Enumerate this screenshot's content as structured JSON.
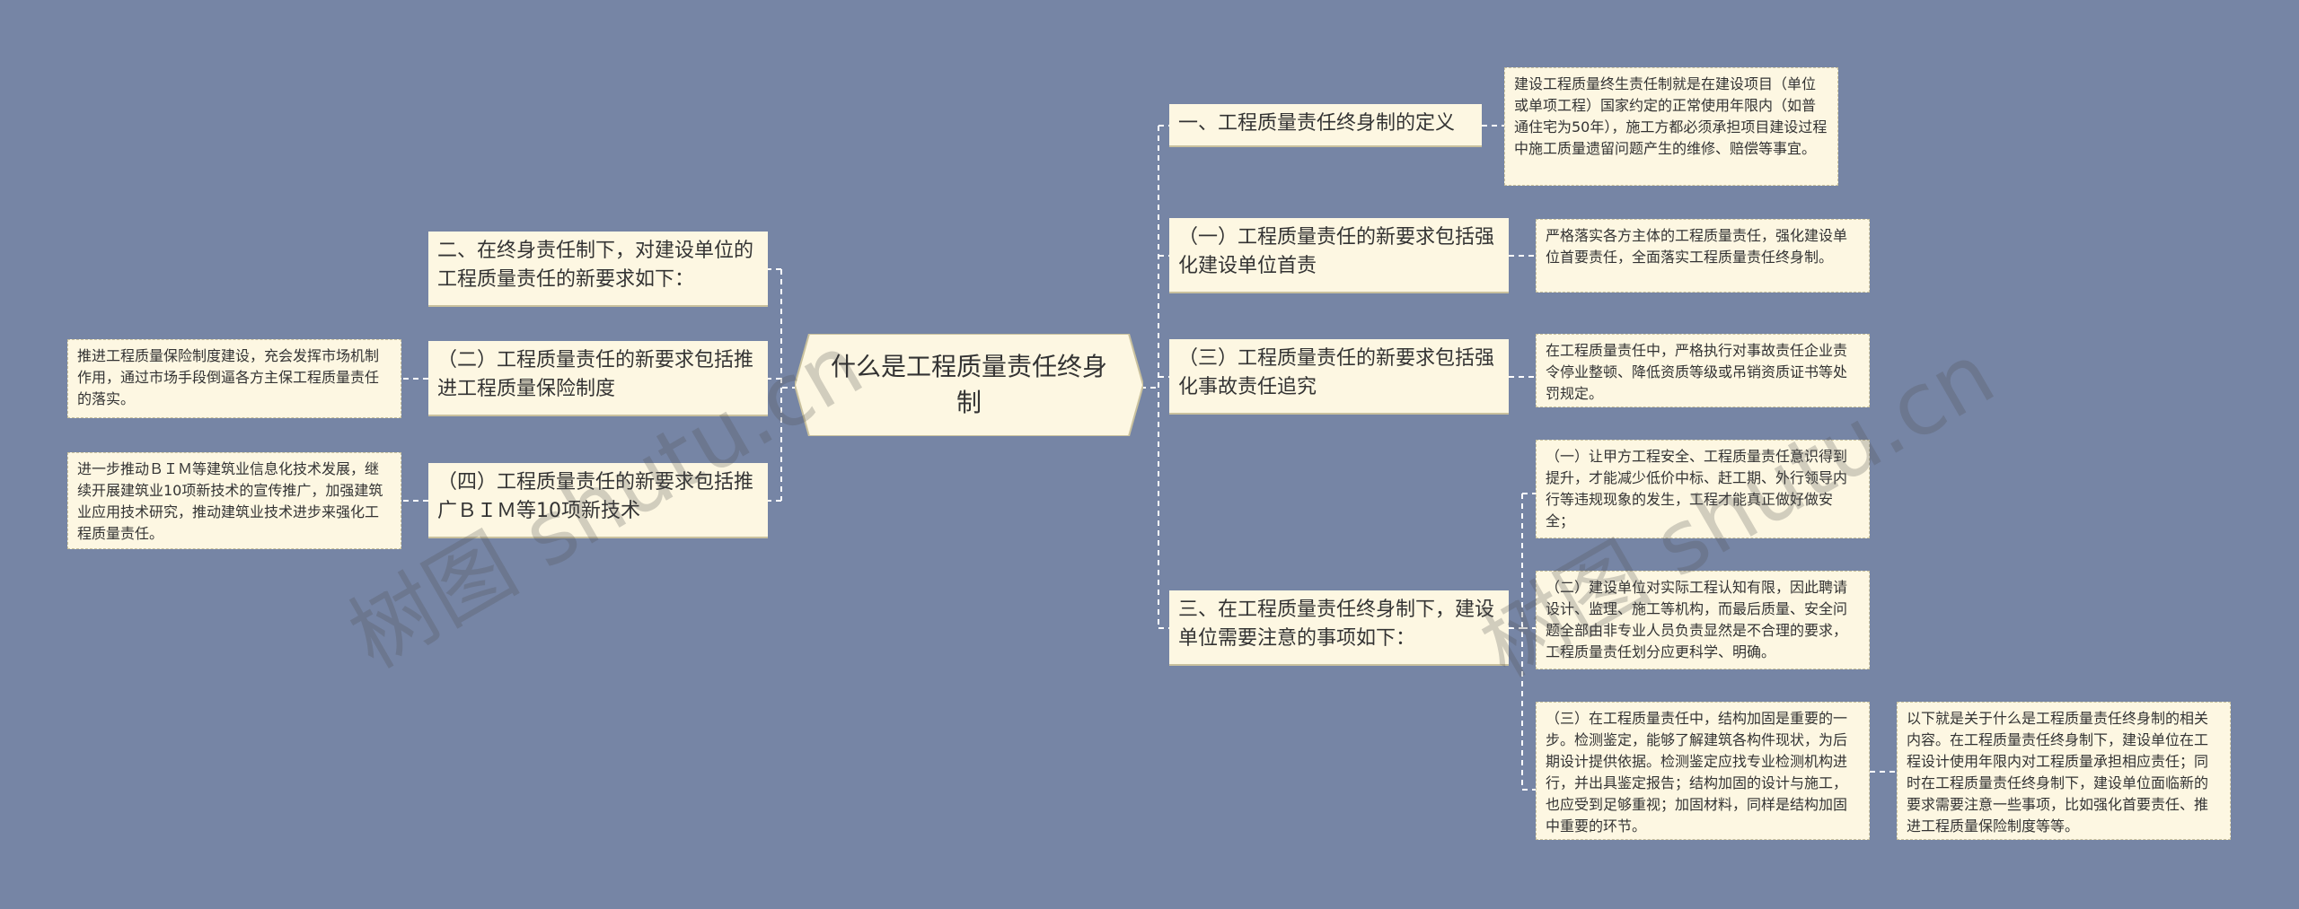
{
  "root": {
    "title": "什么是工程质量责任终身制"
  },
  "left_branches": [
    {
      "label": "二、在终身责任制下，对建设单位的工程质量责任的新要求如下："
    },
    {
      "label": "（二）工程质量责任的新要求包括推进工程质量保险制度",
      "detail": "推进工程质量保险制度建设，充会发挥市场机制作用，通过市场手段倒逼各方主保工程质量责任的落实。"
    },
    {
      "label": "（四）工程质量责任的新要求包括推广ＢＩＭ等10项新技术",
      "detail": "进一步推动ＢＩＭ等建筑业信息化技术发展，继续开展建筑业10项新技术的宣传推广，加强建筑业应用技术研究，推动建筑业技术进步来强化工程质量责任。"
    }
  ],
  "right_branches": [
    {
      "label": "一、工程质量责任终身制的定义",
      "detail": "建设工程质量终生责任制就是在建设项目（单位或单项工程）国家约定的正常使用年限内（如普通住宅为50年），施工方都必须承担项目建设过程中施工质量遗留问题产生的维修、赔偿等事宜。"
    },
    {
      "label": "（一）工程质量责任的新要求包括强化建设单位首责",
      "detail": "严格落实各方主体的工程质量责任，强化建设单位首要责任，全面落实工程质量责任终身制。"
    },
    {
      "label": "（三）工程质量责任的新要求包括强化事故责任追究",
      "detail": "在工程质量责任中，严格执行对事故责任企业责令停业整顿、降低资质等级或吊销资质证书等处罚规定。"
    },
    {
      "label": "三、在工程质量责任终身制下，建设单位需要注意的事项如下：",
      "details": [
        "（一）让甲方工程安全、工程质量责任意识得到提升，才能减少低价中标、赶工期、外行领导内行等违规现象的发生，工程才能真正做好做安全；",
        "（二）建设单位对实际工程认知有限，因此聘请设计、监理、施工等机构，而最后质量、安全问题全部由非专业人员负责显然是不合理的要求，工程质量责任划分应更科学、明确。",
        "（三）在工程质量责任中，结构加固是重要的一步。检测鉴定，能够了解建筑各构件现状，为后期设计提供依据。检测鉴定应找专业检测机构进行，并出具鉴定报告；结构加固的设计与施工，也应受到足够重视；加固材料，同样是结构加固中重要的环节。"
      ],
      "summary": "以下就是关于什么是工程质量责任终身制的相关内容。在工程质量责任终身制下，建设单位在工程设计使用年限内对工程质量承担相应责任；同时在工程质量责任终身制下，建设单位面临新的要求需要注意一些事项，比如强化首要责任、推进工程质量保险制度等等。"
    }
  ],
  "watermarks": [
    "树图 shutu.cn",
    "树图 shutu.cn"
  ],
  "colors": {
    "background": "#7685a5",
    "node_fill": "#fdf7e2",
    "line": "#ffffff"
  }
}
